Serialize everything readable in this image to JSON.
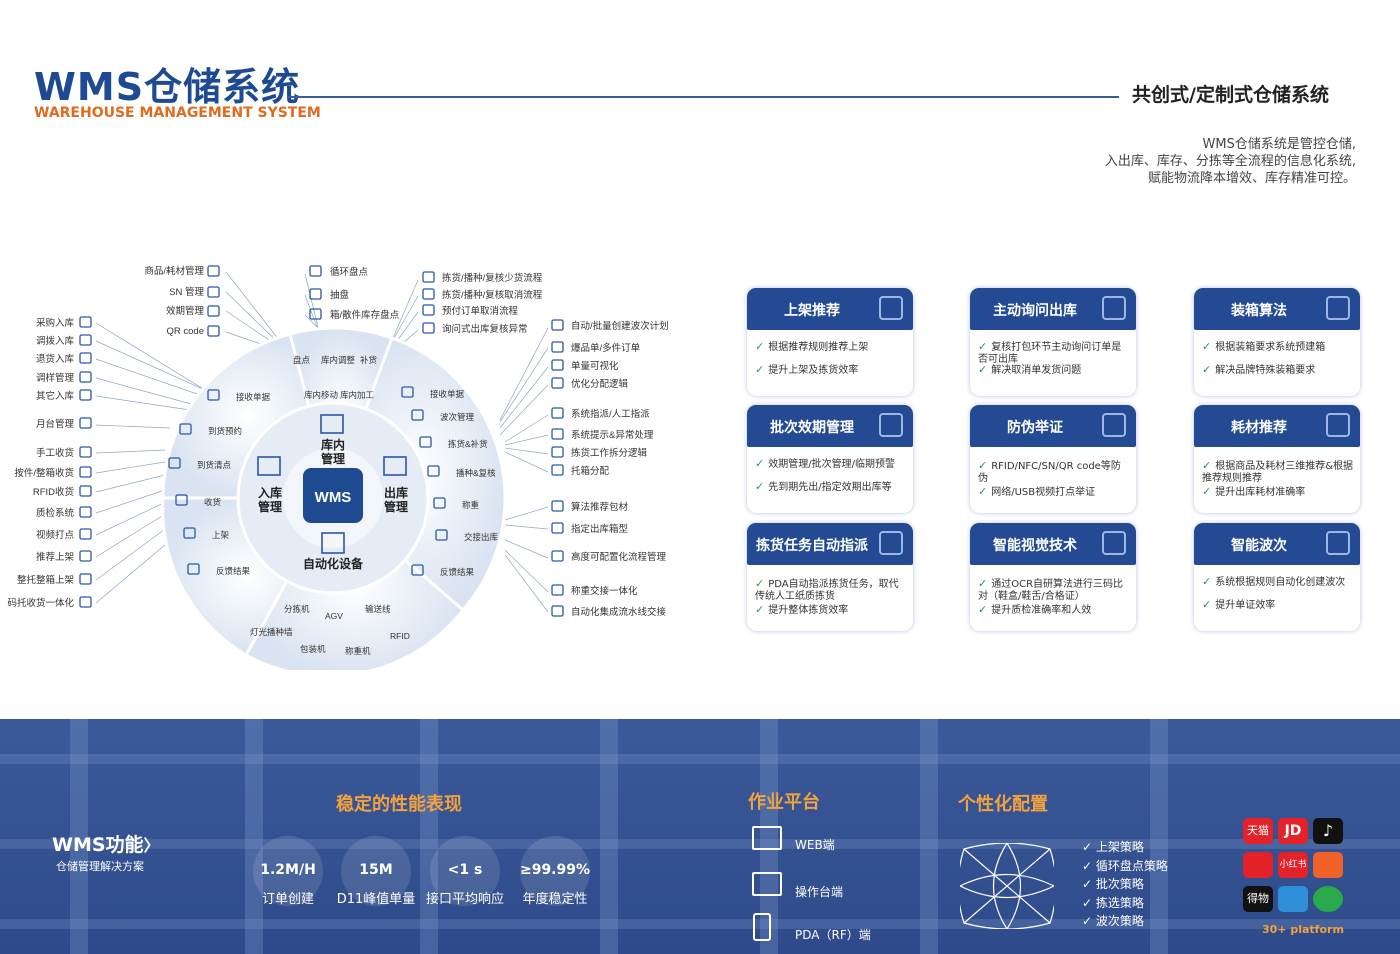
{
  "header": {
    "title": "WMS仓储系统",
    "subtitle": "WAREHOUSE MANAGEMENT SYSTEM",
    "tagline": "共创式/定制式仓储系统",
    "intro": [
      "WMS仓储系统是管控仓储,",
      "入出库、库存、分拣等全流程的信息化系统,",
      "赋能物流降本增效、库存精准可控。"
    ]
  },
  "diagram": {
    "center": "WMS",
    "inbound_label": "入库\n管理",
    "stock_label": "库内\n管理",
    "outbound_label": "出库\n管理",
    "auto_label": "自动化设备",
    "left_outer": [
      "商品/耗材管理",
      "SN 管理",
      "效期管理",
      "QR code",
      "采购入库",
      "调拨入库",
      "退货入库",
      "调样管理",
      "其它入库",
      "月台管理",
      "手工收货",
      "按件/整箱收货",
      "RFID收货",
      "质检系统",
      "视频打点",
      "推荐上架",
      "整托整箱上架",
      "码托收货一体化"
    ],
    "inbound_ring": [
      "接收单据",
      "到货预约",
      "到货清点",
      "收货",
      "上架",
      "反馈结果"
    ],
    "stock_ring": [
      "盘点",
      "库内调整",
      "补货",
      "库内移动",
      "库内加工"
    ],
    "stock_outer": [
      "循环盘点",
      "抽盘",
      "箱/散件库存盘点"
    ],
    "outbound_ring": [
      "接收单据",
      "波次管理",
      "拣货&补货",
      "播种&复核",
      "称重",
      "交接出库",
      "反馈结果"
    ],
    "auto_ring": [
      "分拣机",
      "AGV",
      "输送线",
      "灯光播种墙",
      "包装机",
      "RFID",
      "称重机"
    ],
    "right_outer": [
      "拣货/播种/复核少货流程",
      "拣货/播种/复核取消流程",
      "预付订单取消流程",
      "询问式出库复核异常",
      "自动/批量创建波次计划",
      "爆品单/多件订单",
      "单量可视化",
      "优化分配逻辑",
      "系统指派/人工指派",
      "系统提示&异常处理",
      "拣货工作拆分逻辑",
      "托箱分配",
      "算法推荐包材",
      "指定出库箱型",
      "高度可配置化流程管理",
      "称重交接一体化",
      "自动化集成流水线交接"
    ]
  },
  "cards": [
    {
      "title": "上架推荐",
      "icon": "bag-icon",
      "items": [
        "根据推荐规则推荐上架",
        "提升上架及拣货效率"
      ]
    },
    {
      "title": "主动询问出库",
      "icon": "cloud-network-icon",
      "items": [
        "复核打包环节主动询问订单是否可出库",
        "解决取消单发货问题"
      ]
    },
    {
      "title": "装箱算法",
      "icon": "location-pin-icon",
      "items": [
        "根据装箱要求系统预建箱",
        "解决品牌特殊装箱要求"
      ]
    },
    {
      "title": "批次效期管理",
      "icon": "atom-icon",
      "items": [
        "效期管理/批次管理/临期预警",
        "先到期先出/指定效期出库等"
      ]
    },
    {
      "title": "防伪举证",
      "icon": "rfid-icon",
      "items": [
        "RFID/NFC/SN/QR code等防伪",
        "网络/USB视频打点举证"
      ]
    },
    {
      "title": "耗材推荐",
      "icon": "alarm-icon",
      "items": [
        "根据商品及耗材三维推荐&根据推荐规则推荐",
        "提升出库耗材准确率"
      ]
    },
    {
      "title": "拣货任务自动指派",
      "icon": "truck-icon",
      "items": [
        "PDA自动指派拣货任务，取代传统人工纸质拣货",
        "提升整体拣货效率"
      ]
    },
    {
      "title": "智能视觉技术",
      "icon": "document-icon",
      "items": [
        "通过OCR自研算法进行三码比对（鞋盒/鞋舌/合格证）",
        "提升质检准确率和人效"
      ]
    },
    {
      "title": "智能波次",
      "icon": "qrcode-icon",
      "items": [
        "系统根据规则自动化创建波次",
        "提升单证效率"
      ]
    }
  ],
  "bottom": {
    "feature_title": "WMS功能",
    "feature_arrow": "〉",
    "feature_sub": "仓储管理解决方案",
    "perf_title": "稳定的性能表现",
    "metrics": [
      {
        "value": "1.2M/H",
        "label": "订单创建"
      },
      {
        "value": "15M",
        "label": "D11峰值单量"
      },
      {
        "value": "<1 s",
        "label": "接口平均响应"
      },
      {
        "value": "≥99.99%",
        "label": "年度稳定性"
      }
    ],
    "platform_title": "作业平台",
    "platforms": [
      "WEB端",
      "操作台端",
      "PDA（RF）端"
    ],
    "config_title": "个性化配置",
    "strategies": [
      "上架策略",
      "循环盘点策略",
      "批次策略",
      "拣选策略",
      "波次策略"
    ],
    "apps": [
      "天猫",
      "JD",
      "小红书",
      "得物"
    ],
    "platform_count": "30+ platform"
  }
}
